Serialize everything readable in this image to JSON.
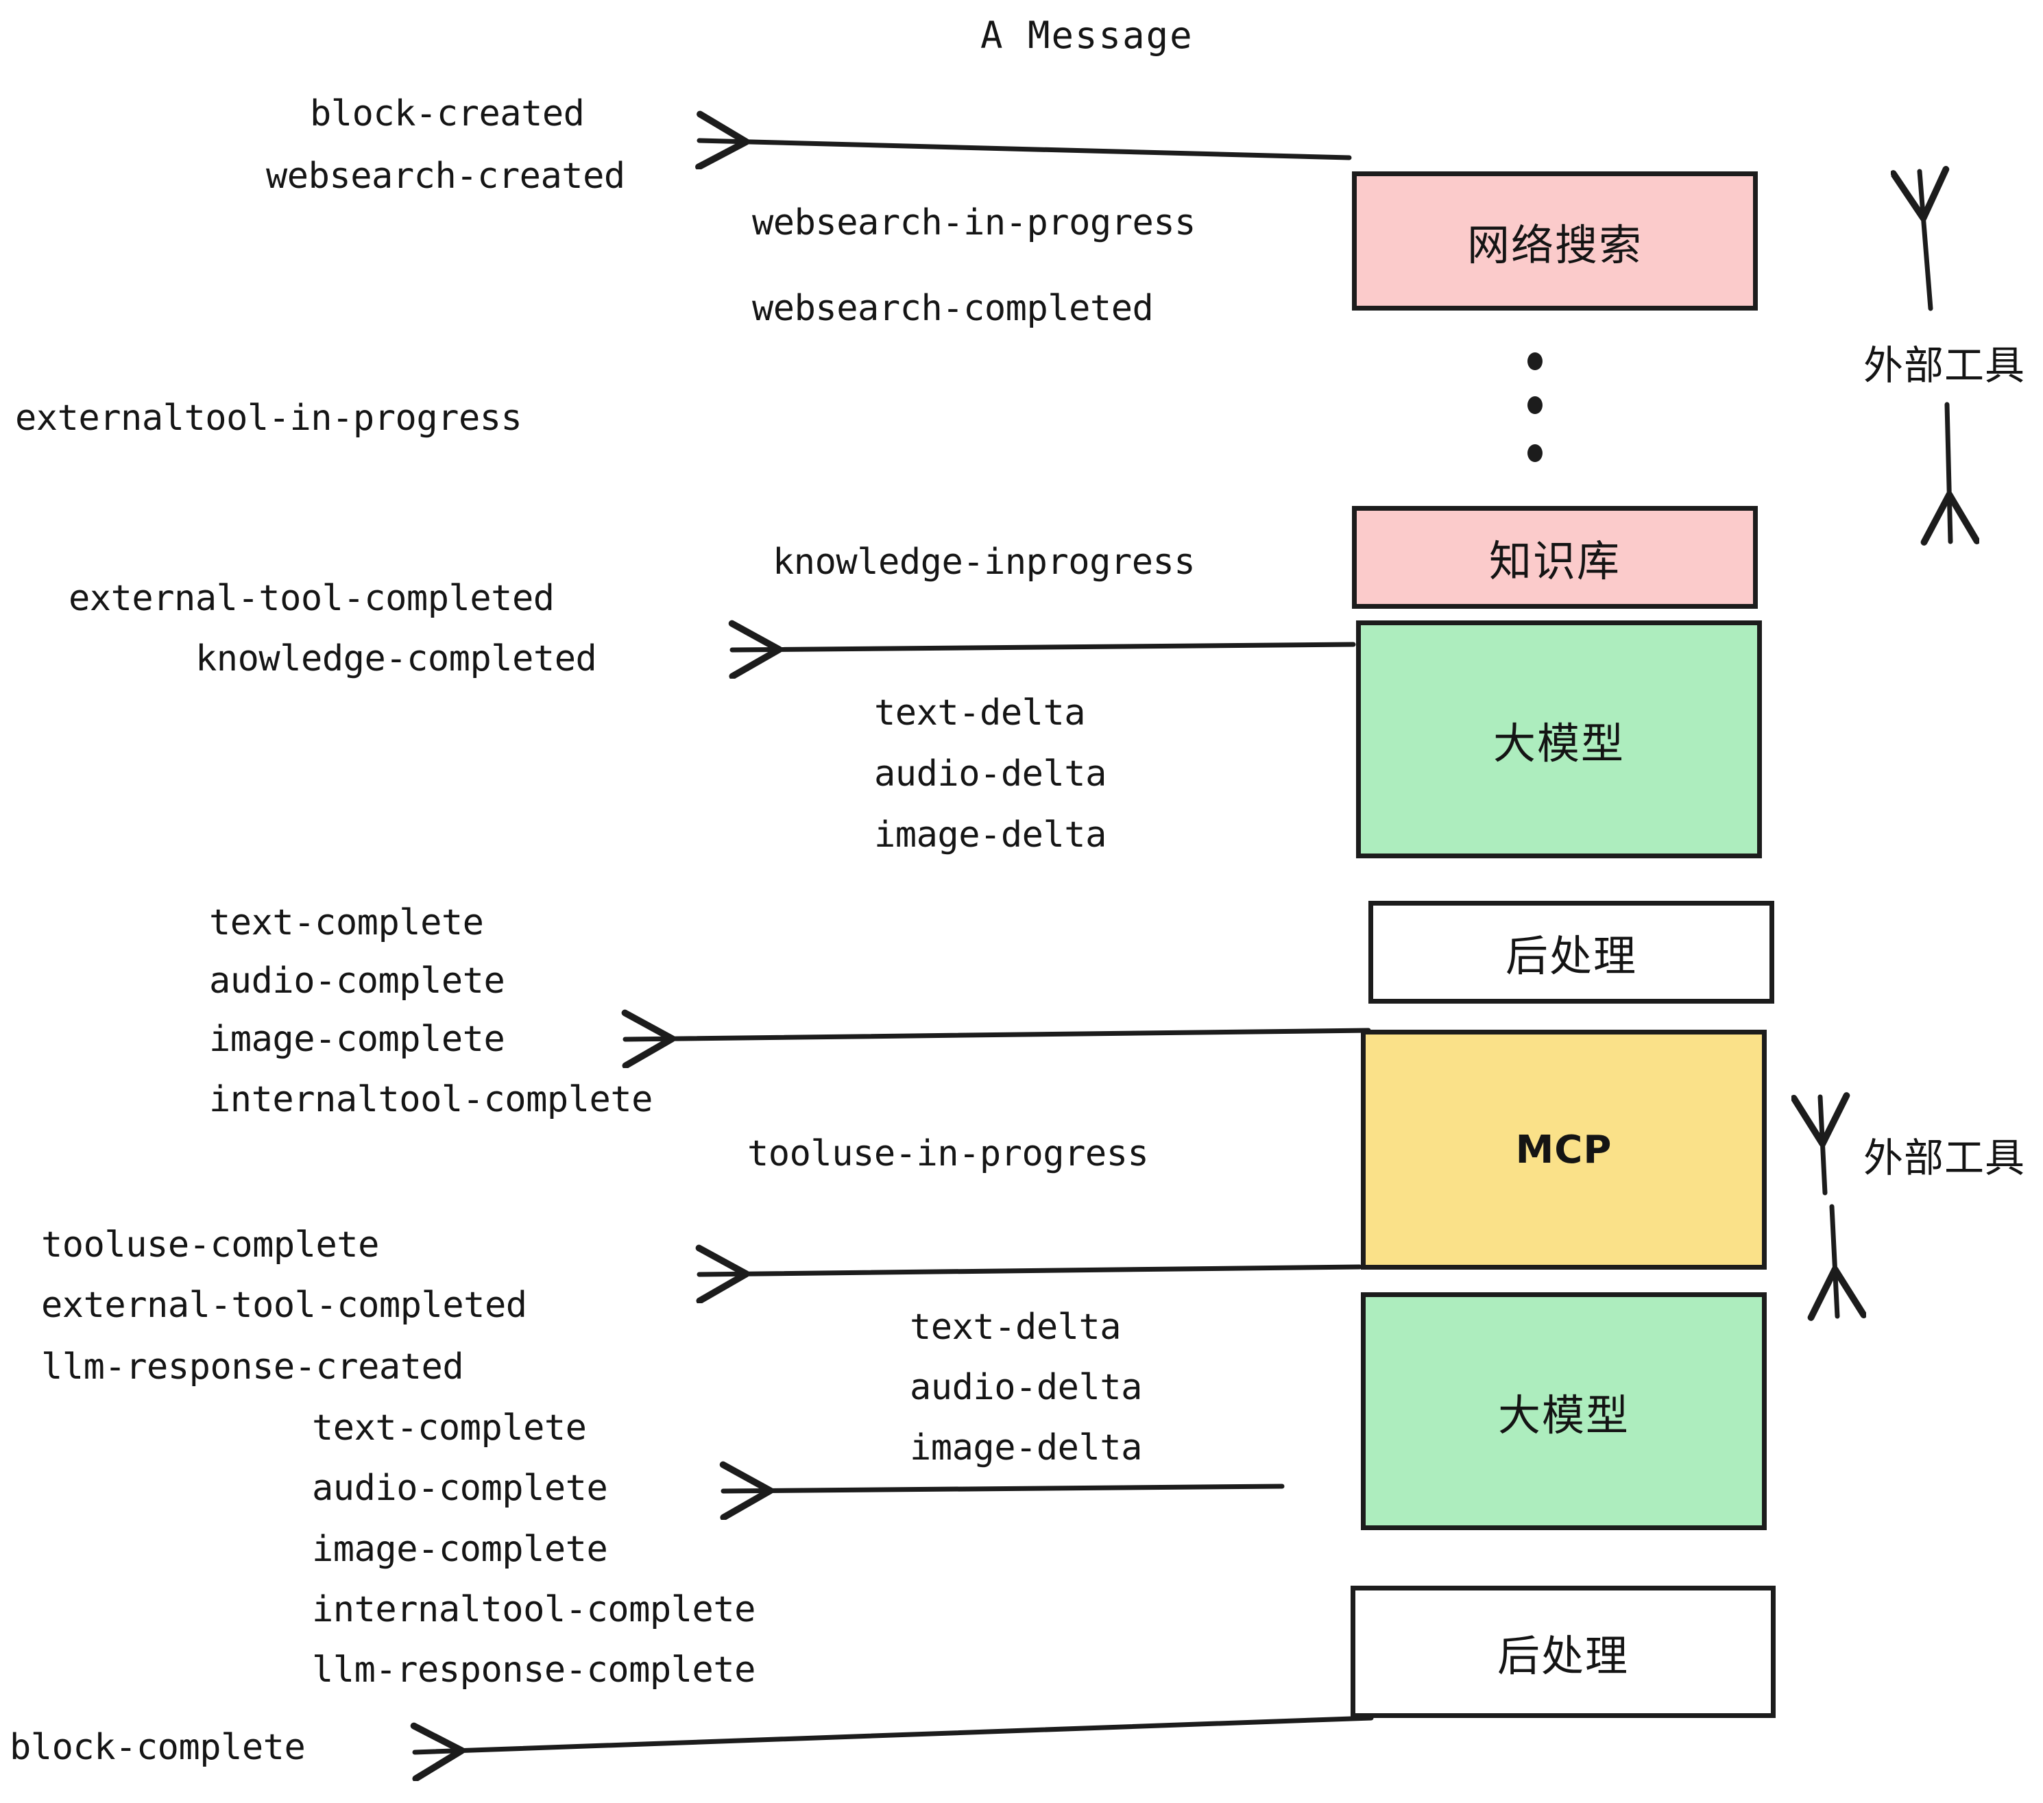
{
  "diagram": {
    "title": "A Message",
    "boxes": [
      {
        "id": "websearch",
        "label": "网络搜索",
        "color": "#FBCBCB",
        "kind": "cjk"
      },
      {
        "id": "knowledge",
        "label": "知识库",
        "color": "#FBCBCB",
        "kind": "cjk"
      },
      {
        "id": "llm-top",
        "label": "大模型",
        "color": "#ADEDBE",
        "kind": "cjk"
      },
      {
        "id": "post-top",
        "label": "后处理",
        "color": "#FFFFFF",
        "kind": "cjk"
      },
      {
        "id": "mcp",
        "label": "MCP",
        "color": "#FAE189",
        "kind": "latin"
      },
      {
        "id": "llm-bottom",
        "label": "大模型",
        "color": "#ADEDBE",
        "kind": "cjk"
      },
      {
        "id": "post-bottom",
        "label": "后处理",
        "color": "#FFFFFF",
        "kind": "cjk"
      }
    ],
    "side_labels": [
      {
        "id": "external-tools-top",
        "label": "外部工具"
      },
      {
        "id": "external-tools-bottom",
        "label": "外部工具"
      }
    ],
    "events": [
      {
        "id": "block-created",
        "label": "block-created"
      },
      {
        "id": "websearch-created",
        "label": "websearch-created"
      },
      {
        "id": "websearch-in-progress",
        "label": "websearch-in-progress"
      },
      {
        "id": "websearch-completed",
        "label": "websearch-completed"
      },
      {
        "id": "externaltool-in-progress",
        "label": "externaltool-in-progress"
      },
      {
        "id": "knowledge-inprogress",
        "label": "knowledge-inprogress"
      },
      {
        "id": "external-tool-completed-1",
        "label": "external-tool-completed"
      },
      {
        "id": "knowledge-completed",
        "label": "knowledge-completed"
      },
      {
        "id": "text-delta-1",
        "label": "text-delta"
      },
      {
        "id": "audio-delta-1",
        "label": "audio-delta"
      },
      {
        "id": "image-delta-1",
        "label": "image-delta"
      },
      {
        "id": "text-complete-1",
        "label": "text-complete"
      },
      {
        "id": "audio-complete-1",
        "label": "audio-complete"
      },
      {
        "id": "image-complete-1",
        "label": "image-complete"
      },
      {
        "id": "internaltool-complete-1",
        "label": "internaltool-complete"
      },
      {
        "id": "tooluse-in-progress",
        "label": "tooluse-in-progress"
      },
      {
        "id": "tooluse-complete",
        "label": "tooluse-complete"
      },
      {
        "id": "external-tool-completed-2",
        "label": "external-tool-completed"
      },
      {
        "id": "llm-response-created",
        "label": "llm-response-created"
      },
      {
        "id": "text-delta-2",
        "label": "text-delta"
      },
      {
        "id": "audio-delta-2",
        "label": "audio-delta"
      },
      {
        "id": "image-delta-2",
        "label": "image-delta"
      },
      {
        "id": "text-complete-2",
        "label": "text-complete"
      },
      {
        "id": "audio-complete-2",
        "label": "audio-complete"
      },
      {
        "id": "image-complete-2",
        "label": "image-complete"
      },
      {
        "id": "internaltool-complete-2",
        "label": "internaltool-complete"
      },
      {
        "id": "llm-response-complete",
        "label": "llm-response-complete"
      },
      {
        "id": "block-complete",
        "label": "block-complete"
      }
    ],
    "ellipsis_dots": 3,
    "colors": {
      "pink": "#FBCBCB",
      "green": "#ADEDBE",
      "yellow": "#FAE189",
      "white": "#FFFFFF",
      "stroke": "#1C1C1C",
      "text": "#151515"
    }
  }
}
